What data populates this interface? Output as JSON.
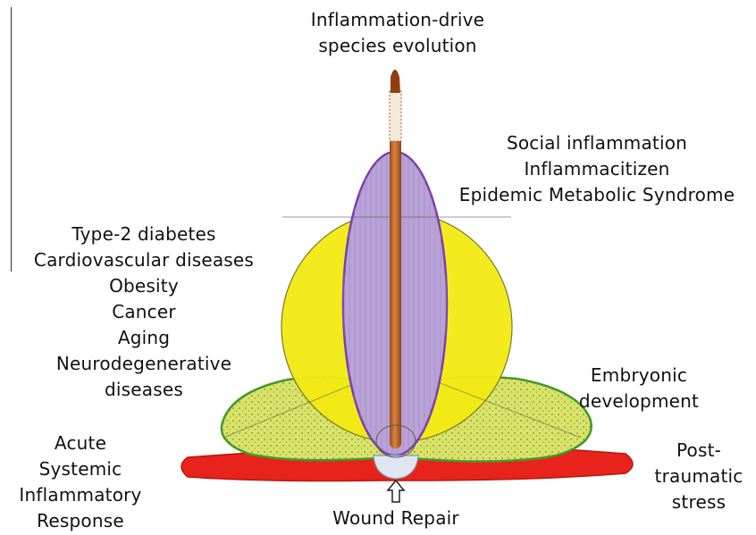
{
  "labels": {
    "top": [
      "Inflammation-drive",
      "species evolution"
    ],
    "social": [
      "Social inflammation",
      "Inflammacitizen",
      "Epidemic Metabolic Syndrome"
    ],
    "chronic": [
      "Type-2 diabetes",
      "Cardiovascular diseases",
      "Obesity",
      "Cancer",
      "Aging",
      "Neurodegenerative",
      "diseases"
    ],
    "embryonic": [
      "Embryonic",
      "development"
    ],
    "acute": [
      "Acute",
      "Systemic",
      "Inflammatory",
      "Response"
    ],
    "post_traumatic": [
      "Post-",
      "traumatic",
      "stress"
    ],
    "wound": "Wound Repair"
  },
  "colors": {
    "red_base": "#e8231b",
    "green_lobes": "#d9e36a",
    "green_outline": "#3f9a2a",
    "yellow_circle": "#f3ea12",
    "violet_ellipse": "#b8a2d6",
    "violet_outline": "#7a3fa8",
    "rod": "#c0672a",
    "wound_cup": "#dfe6f2"
  },
  "icons": {
    "wound_arrow": "up-arrow-icon"
  }
}
